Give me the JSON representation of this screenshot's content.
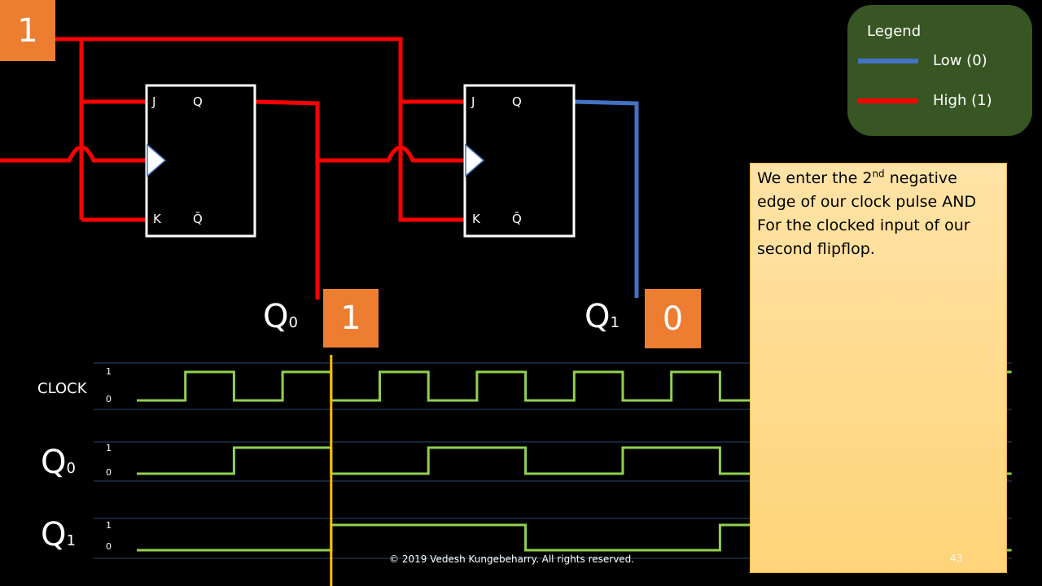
{
  "input_value": "1",
  "flipflops": [
    {
      "pins": {
        "j": "J",
        "q": "Q",
        "k": "K",
        "qbar": "Q̄"
      }
    },
    {
      "pins": {
        "j": "J",
        "q": "Q",
        "k": "K",
        "qbar": "Q̄"
      }
    }
  ],
  "outputs": [
    {
      "name": "Q",
      "sub": "0",
      "value": "1",
      "wire_color": "#FF0000"
    },
    {
      "name": "Q",
      "sub": "1",
      "value": "0",
      "wire_color": "#4472C4"
    }
  ],
  "legend": {
    "title": "Legend",
    "items": [
      {
        "label": "Low (0)",
        "color": "#4472C4"
      },
      {
        "label": "High (1)",
        "color": "#FF0000"
      }
    ]
  },
  "note": {
    "line1_pre": "We enter the 2",
    "line1_sup": "nd",
    "line1_post": " negative",
    "rest": "edge of our clock pulse AND For the clocked input of our second flipflop."
  },
  "timing": {
    "signals": [
      {
        "label": "CLOCK",
        "sub": "",
        "high": "1",
        "low": "0",
        "levels": [
          0,
          1,
          0,
          1,
          0,
          1,
          0,
          1,
          0,
          1,
          0,
          1,
          0,
          1,
          0,
          1,
          0,
          1
        ]
      },
      {
        "label": "Q",
        "sub": "0",
        "high": "1",
        "low": "0",
        "levels": [
          0,
          0,
          1,
          1,
          0,
          0,
          1,
          1,
          0,
          0,
          1,
          1,
          0,
          0,
          1,
          1,
          0,
          0
        ]
      },
      {
        "label": "Q",
        "sub": "1",
        "high": "1",
        "low": "0",
        "levels": [
          0,
          0,
          0,
          0,
          1,
          1,
          1,
          1,
          0,
          0,
          0,
          0,
          1,
          1,
          1,
          1,
          0,
          0
        ]
      }
    ],
    "current_edge": 4,
    "wave_color": "#92D050",
    "marker_color": "#FFC000"
  },
  "footer": {
    "copyright": "© 2019  Vedesh Kungebeharry.  All rights reserved.",
    "page": "43"
  },
  "colors": {
    "high": "#FF0000",
    "low": "#4472C4",
    "accent": "#ED7D31"
  }
}
